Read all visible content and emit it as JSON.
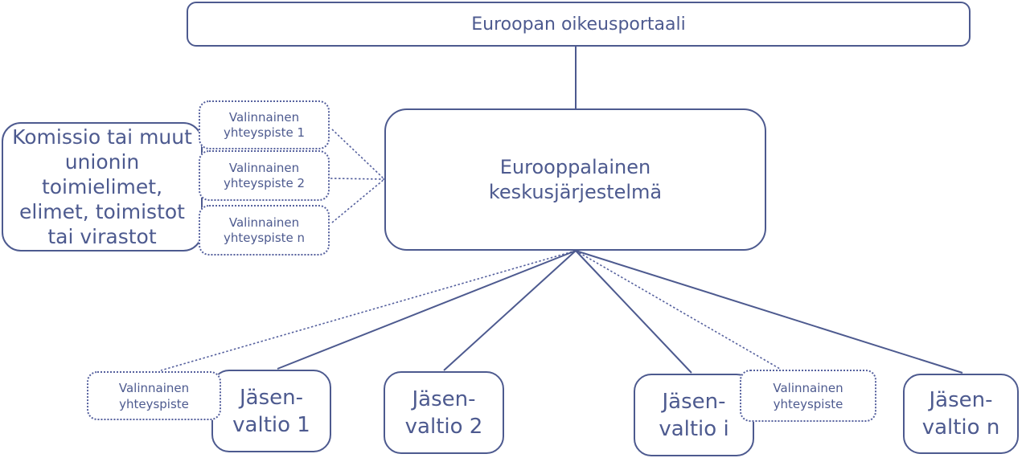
{
  "colors": {
    "border": "#4d5a8f",
    "dotted_border": "#56619e",
    "text": "#4d5a8f",
    "background": "#ffffff"
  },
  "portal": {
    "label": "Euroopan oikeusportaali"
  },
  "central_system": {
    "lines": [
      "Eurooppalainen",
      "keskusjärjestelmä"
    ]
  },
  "commission": {
    "lines": [
      "Komissio tai muut",
      "unionin",
      "toimielimet,",
      "elimet, toimistot",
      "tai virastot"
    ]
  },
  "optional_contact_points": [
    {
      "lines": [
        "Valinnainen",
        "yhteyspiste 1"
      ]
    },
    {
      "lines": [
        "Valinnainen",
        "yhteyspiste 2"
      ]
    },
    {
      "lines": [
        "Valinnainen",
        "yhteyspiste n"
      ]
    }
  ],
  "member_states": [
    {
      "lines": [
        "Jäsen-",
        "valtio 1"
      ]
    },
    {
      "lines": [
        "Jäsen-",
        "valtio 2"
      ]
    },
    {
      "lines": [
        "Jäsen-",
        "valtio i"
      ]
    },
    {
      "lines": [
        "Jäsen-",
        "valtio n"
      ]
    }
  ],
  "optional_contact_points_bottom": [
    {
      "lines": [
        "Valinnainen",
        "yhteyspiste"
      ]
    },
    {
      "lines": [
        "Valinnainen",
        "yhteyspiste"
      ]
    }
  ]
}
